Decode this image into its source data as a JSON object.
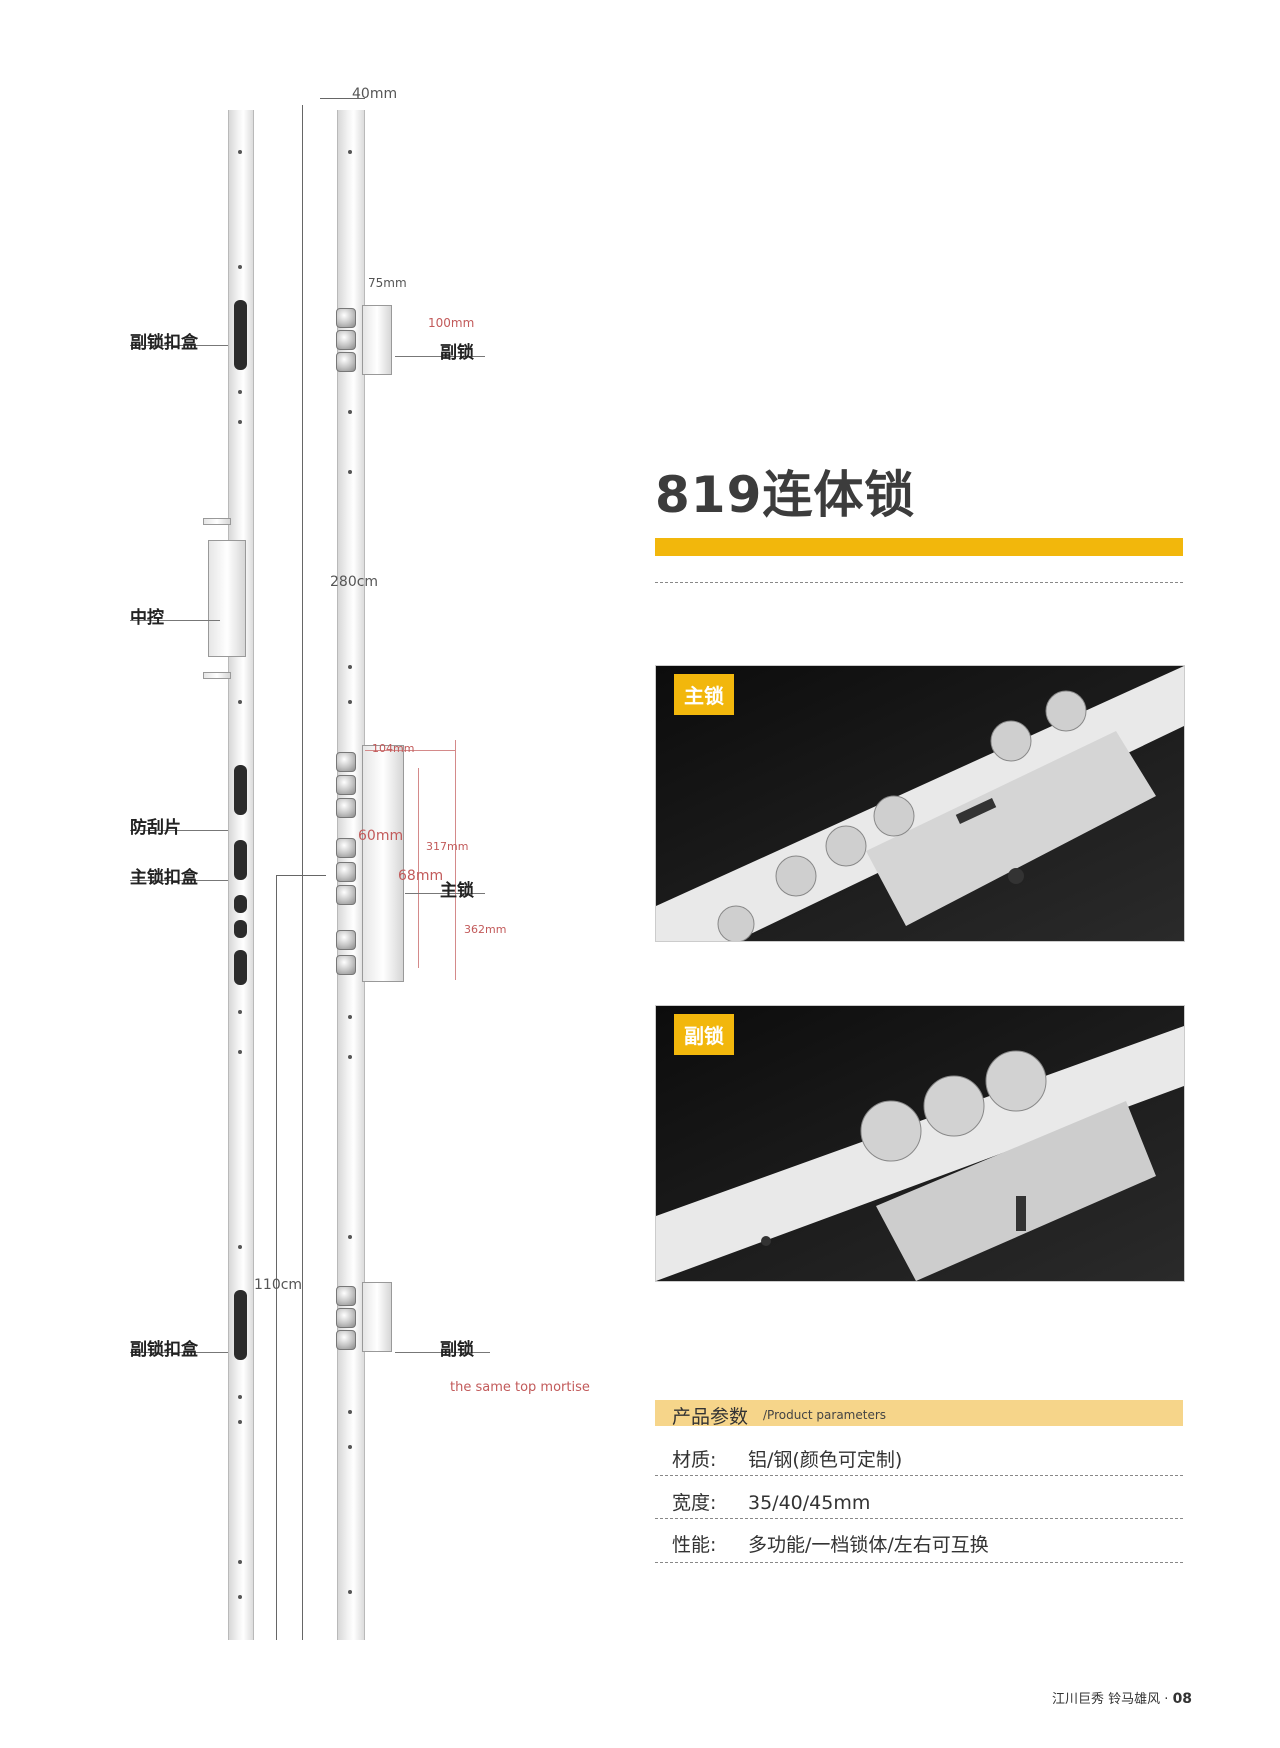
{
  "title": "819连体锁",
  "diagram": {
    "labels_left": {
      "aux_strike_top": "副锁扣盒",
      "center_control": "中控",
      "anti_scratch": "防刮片",
      "main_strike": "主锁扣盒",
      "aux_strike_bottom": "副锁扣盒"
    },
    "labels_right": {
      "aux_lock_top": "副锁",
      "main_lock": "主锁",
      "aux_lock_bottom": "副锁"
    },
    "dimensions": {
      "width_top": "40mm",
      "total_length": "280cm",
      "aux_75": "75mm",
      "aux_100": "100mm",
      "main_104": "104mm",
      "main_60": "60mm",
      "main_68": "68mm",
      "main_317": "317mm",
      "main_362": "362mm",
      "lower_110": "110cm"
    },
    "note": "the same top mortise"
  },
  "photos": [
    {
      "tag": "主锁"
    },
    {
      "tag": "副锁"
    }
  ],
  "params": {
    "title": "产品参数",
    "subtitle": "/Product parameters",
    "rows": [
      {
        "key": "材质:",
        "value": "铝/钢(颜色可定制)"
      },
      {
        "key": "宽度:",
        "value": "35/40/45mm"
      },
      {
        "key": "性能:",
        "value": "多功能/一档锁体/左右可互换"
      }
    ]
  },
  "footer": {
    "brand": "江川巨秀 铃马雄风",
    "page": "08"
  }
}
